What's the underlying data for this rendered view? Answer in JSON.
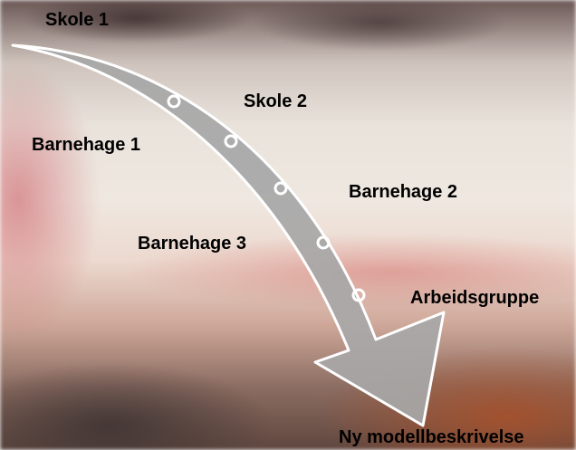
{
  "labels": {
    "skole1": "Skole 1",
    "skole2": "Skole 2",
    "barnehage1": "Barnehage 1",
    "barnehage2": "Barnehage 2",
    "barnehage3": "Barnehage 3",
    "arbeidsgruppe": "Arbeidsgruppe",
    "ny_modell": "Ny modellbeskrivelse"
  },
  "colors": {
    "arrow_fill": "#a7a7a7",
    "arrow_stroke": "#ffffff",
    "text": "#000000"
  }
}
